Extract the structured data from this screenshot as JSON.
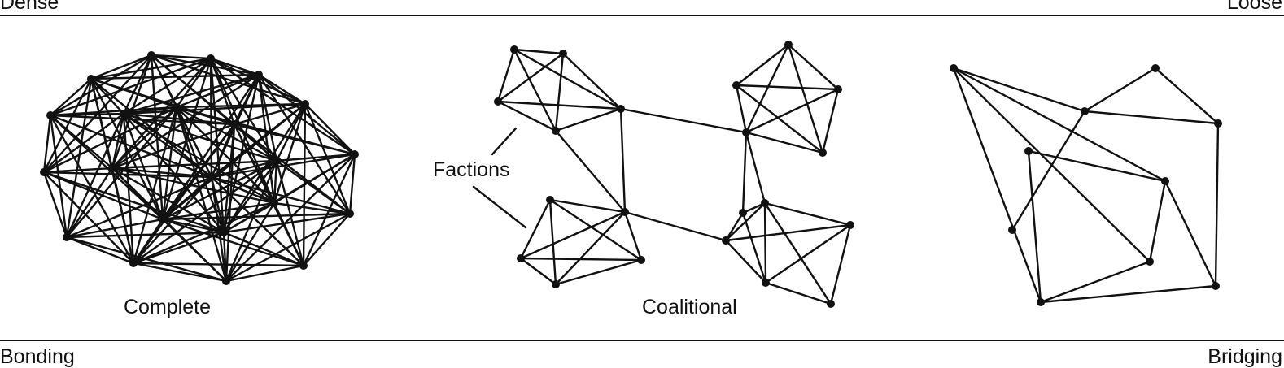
{
  "axis": {
    "top_left": "Dense",
    "top_right": "Loose",
    "bottom_left": "Bonding",
    "bottom_right": "Bridging"
  },
  "networks": {
    "complete": {
      "caption": "Complete"
    },
    "coalitional": {
      "caption": "Coalitional",
      "annotation": "Factions"
    },
    "loose": {
      "caption": ""
    }
  },
  "colors": {
    "ink": "#111111",
    "background": "#ffffff"
  }
}
